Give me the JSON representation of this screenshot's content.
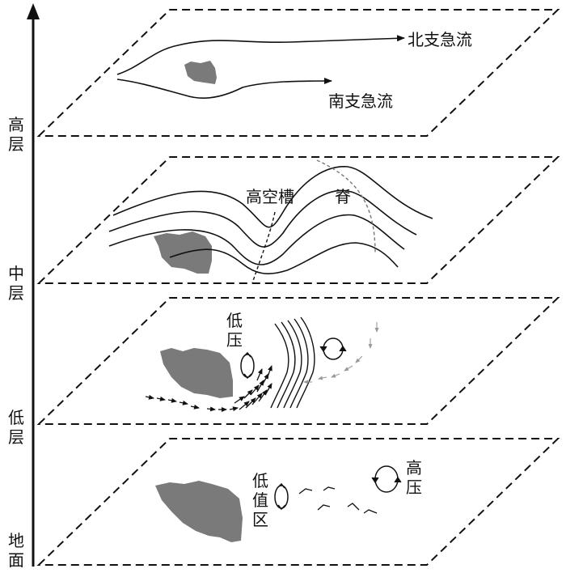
{
  "axis": {
    "levels": [
      "高层",
      "中层",
      "低层",
      "地面"
    ]
  },
  "layers": {
    "upper": {
      "north_jet": "北支急流",
      "south_jet": "南支急流"
    },
    "middle": {
      "trough": "高空槽",
      "ridge": "脊"
    },
    "lower": {
      "low": "低压"
    },
    "surface": {
      "low_value_area": "低值区",
      "high": "高压"
    }
  },
  "colors": {
    "terrain": "#7a7a7a",
    "line": "#111111",
    "arrow_gray": "#999999"
  }
}
